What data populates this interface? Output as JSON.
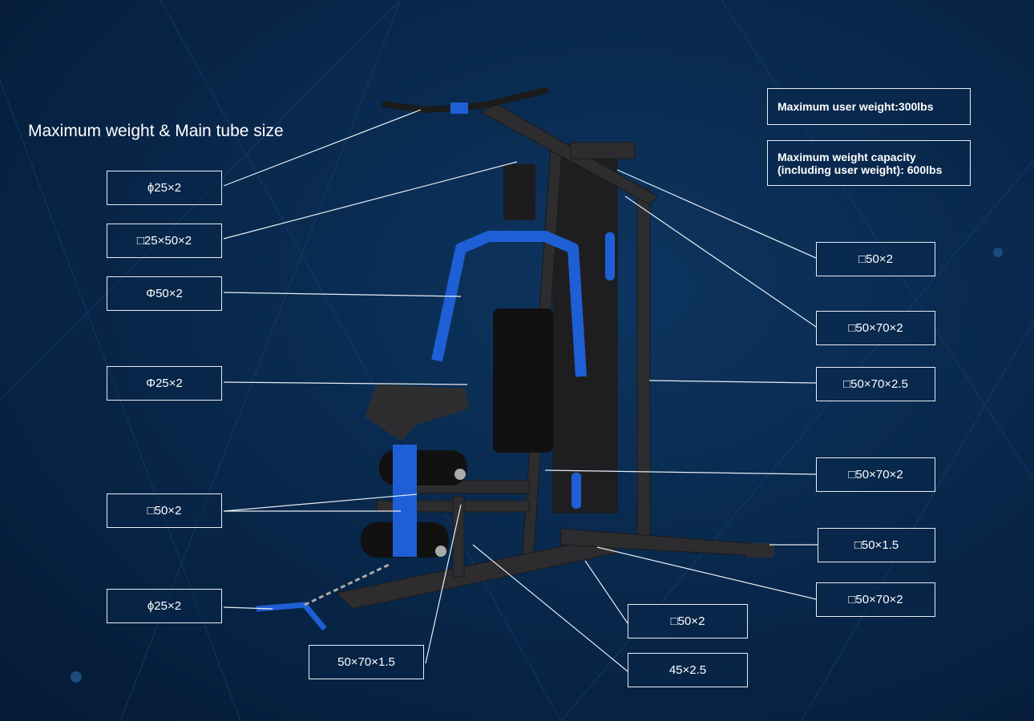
{
  "title": "Maximum weight & Main tube size",
  "info": {
    "user_weight": "Maximum user weight:300lbs",
    "capacity_line1": "Maximum weight capacity",
    "capacity_line2": "(including user weight): 600lbs"
  },
  "left_labels": [
    "ϕ25×2",
    "□25×50×2",
    "Φ50×2",
    "Φ25×2",
    "□50×2",
    "ϕ25×2"
  ],
  "bottom_labels": [
    "50×70×1.5",
    "□50×2",
    "45×2.5"
  ],
  "right_labels": [
    "□50×2",
    "□50×70×2",
    "□50×70×2.5",
    "□50×70×2",
    "□50×1.5",
    "□50×70×2"
  ],
  "colors": {
    "background": "#082649",
    "accent": "#1f5fd6",
    "frame": "#2b2b2b"
  }
}
